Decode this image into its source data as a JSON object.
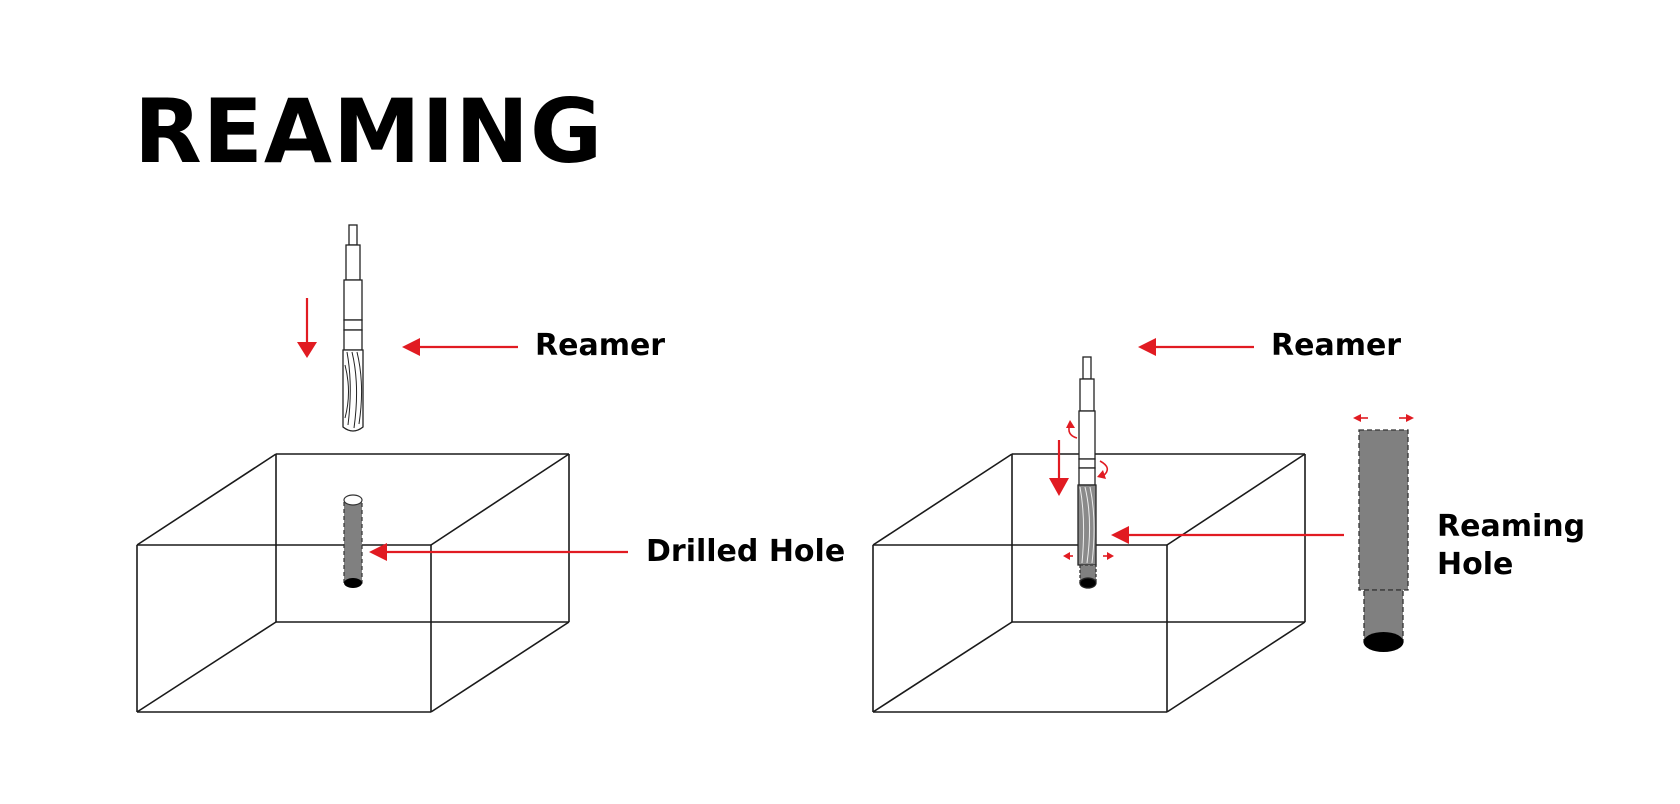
{
  "title": "REAMING",
  "labels": {
    "reamer_left": "Reamer",
    "drilled_hole": "Drilled Hole",
    "reamer_right": "Reamer",
    "reaming_hole_line1": "Reaming",
    "reaming_hole_line2": "Hole"
  },
  "colors": {
    "arrow": "#e11b22",
    "hole_fill": "#808080",
    "outline": "#1a1a1a",
    "text": "#000000"
  }
}
